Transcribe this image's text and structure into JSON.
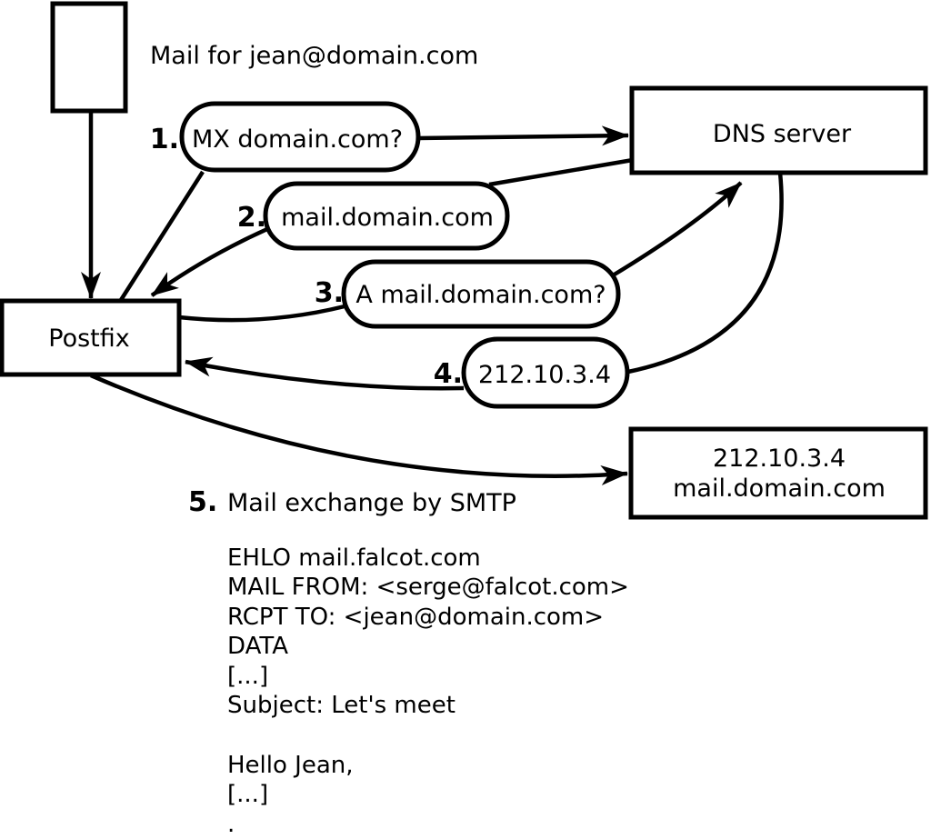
{
  "diagram": {
    "source_note": "Mail for jean@domain.com",
    "nodes": {
      "postfix": "Postfix",
      "dns_server": "DNS server",
      "mail_server": {
        "line1": "212.10.3.4",
        "line2": "mail.domain.com"
      }
    },
    "steps": [
      {
        "num": "1.",
        "label": "MX domain.com?"
      },
      {
        "num": "2.",
        "label": "mail.domain.com"
      },
      {
        "num": "3.",
        "label": "A mail.domain.com?"
      },
      {
        "num": "4.",
        "label": "212.10.3.4"
      },
      {
        "num": "5.",
        "label": "Mail exchange by SMTP"
      }
    ],
    "smtp_session": {
      "lines": [
        "EHLO mail.falcot.com",
        "MAIL FROM: <serge@falcot.com>",
        "RCPT TO: <jean@domain.com>",
        "DATA",
        "[...]",
        "Subject: Let's meet",
        "",
        "Hello Jean,",
        "[...]",
        "."
      ]
    },
    "colors": {
      "ink": "#000000",
      "paper": "#ffffff"
    }
  }
}
